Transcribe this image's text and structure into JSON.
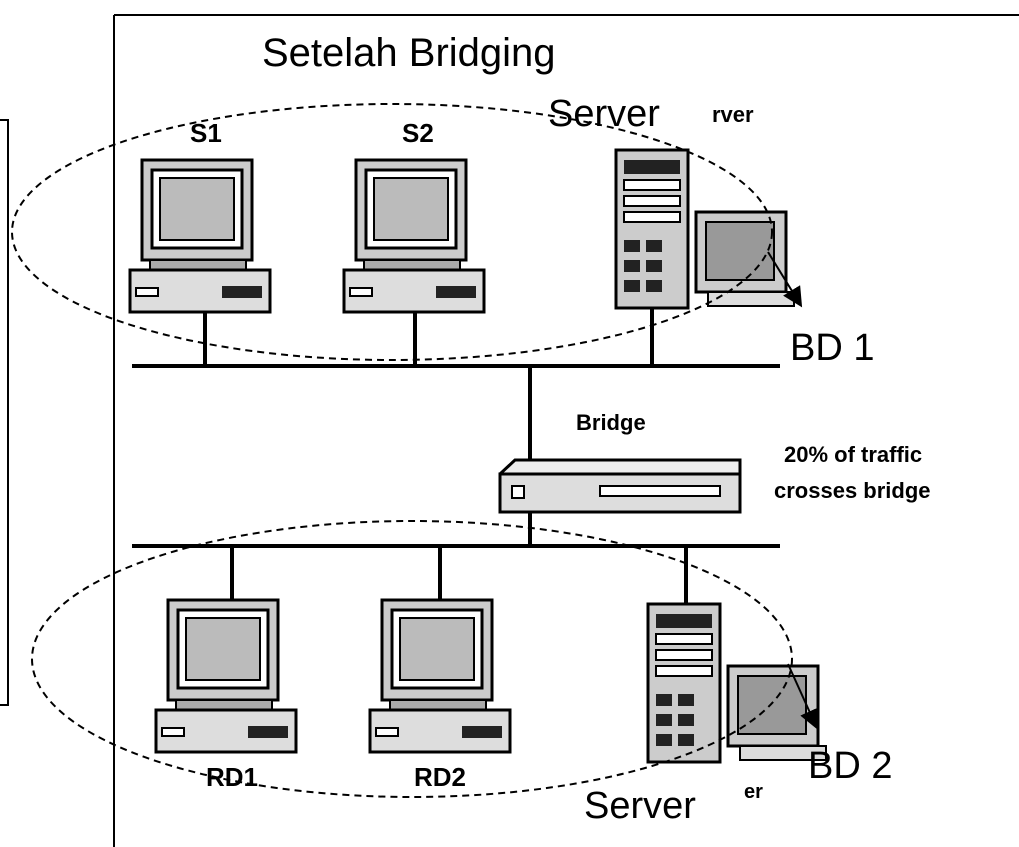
{
  "title": "Setelah Bridging",
  "nodes": {
    "s1": "S1",
    "s2": "S2",
    "server_top_label": "Server",
    "server_top_fragment": "rver",
    "bridge": "Bridge",
    "rd1": "RD1",
    "rd2": "RD2",
    "server_bottom_label": "Server",
    "server_bottom_fragment": "er"
  },
  "annotations": {
    "traffic_line1": "20% of traffic",
    "traffic_line2": "crosses bridge",
    "bd1": "BD 1",
    "bd2": "BD 2"
  }
}
